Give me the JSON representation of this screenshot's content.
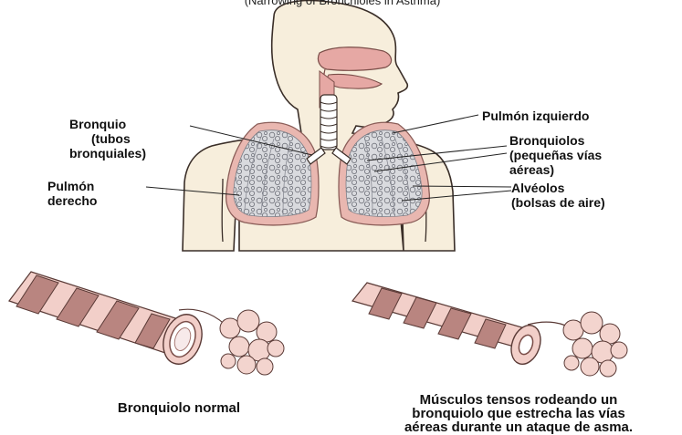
{
  "header": {
    "title_partial": "(Narrowing of Bronchioles in Asthma)"
  },
  "labels": {
    "bronquio": [
      "Bronquio",
      "(tubos",
      "bronquiales)"
    ],
    "pulmon_derecho": [
      "Pulmón",
      "derecho"
    ],
    "pulmon_izquierdo": "Pulmón izquierdo",
    "bronquiolos": [
      "Bronquiolos",
      "(pequeñas vías",
      "aéreas)"
    ],
    "alveolos": [
      "Alvéolos",
      "(bolsas de aire)"
    ]
  },
  "captions": {
    "normal": "Bronquiolo normal",
    "asthma": [
      "Músculos tensos rodeando un",
      "bronquiolo que estrecha las vías",
      "aéreas durante un ataque de asma."
    ]
  },
  "colors": {
    "skin": "#f7eedc",
    "skin_outline": "#3a2e28",
    "lung_fill": "#d7d8de",
    "lung_rim": "#e9b7b0",
    "airway_pink": "#e6a8a4",
    "trachea": "#ffffff",
    "muscle_band": "#b98580",
    "tube_pink": "#f2cfc9"
  }
}
